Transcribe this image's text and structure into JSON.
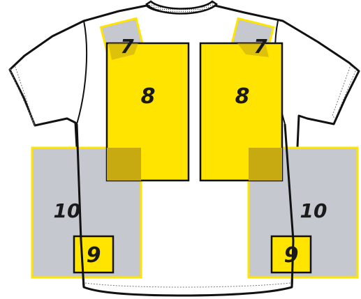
{
  "diagram": {
    "colors": {
      "background": "#ffffff",
      "shirt_fill": "#ffffff",
      "outline": "#111111",
      "zone_yellow": "#ffe400",
      "zone_gray": "#c5c8cf",
      "zone_overlap": "#c7aa12",
      "label": "#1a1a1a"
    },
    "zones": {
      "left_shoulder": "7",
      "right_shoulder": "7",
      "left_chest": "8",
      "right_chest": "8",
      "left_hem": "9",
      "right_hem": "9",
      "left_side": "10",
      "right_side": "10"
    }
  }
}
